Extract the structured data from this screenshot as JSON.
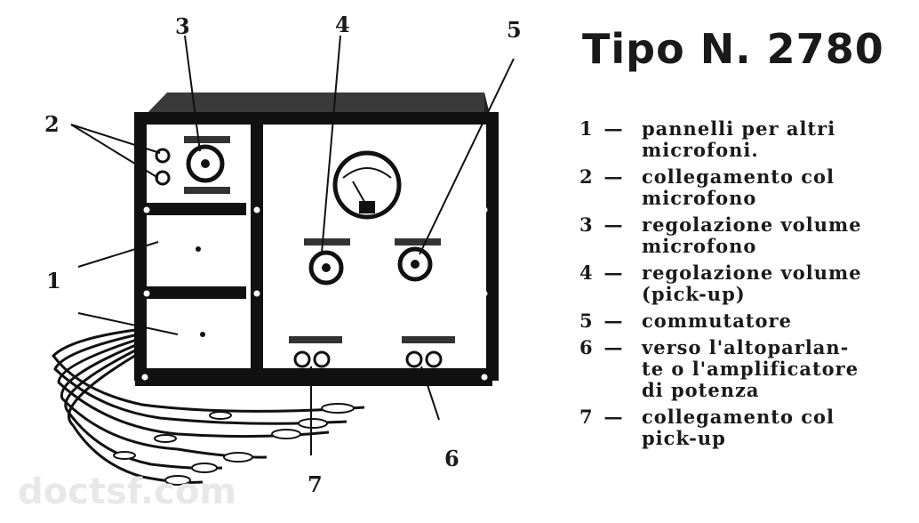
{
  "title": "Tipo N. 2780",
  "labels": [
    "1",
    "2",
    "3",
    "4",
    "5",
    "6",
    "7"
  ],
  "legend": [
    {
      "num": "1",
      "text_a": "pannelli per altri",
      "text_b": "microfoni."
    },
    {
      "num": "2",
      "text_a": "collegamento col",
      "text_b": "microfono"
    },
    {
      "num": "3",
      "text_a": "regolazione volume",
      "text_b": "microfono"
    },
    {
      "num": "4",
      "text_a": "regolazione volume",
      "text_b": "(pick-up)"
    },
    {
      "num": "5",
      "text_a": "commutatore",
      "text_b": ""
    },
    {
      "num": "6",
      "text_a": "verso l'altoparlan-",
      "text_b": "te o l'amplificatore",
      "text_c": "di potenza"
    },
    {
      "num": "7",
      "text_a": "collegamento col",
      "text_b": "pick-up"
    }
  ],
  "watermark": "doctsf.com"
}
